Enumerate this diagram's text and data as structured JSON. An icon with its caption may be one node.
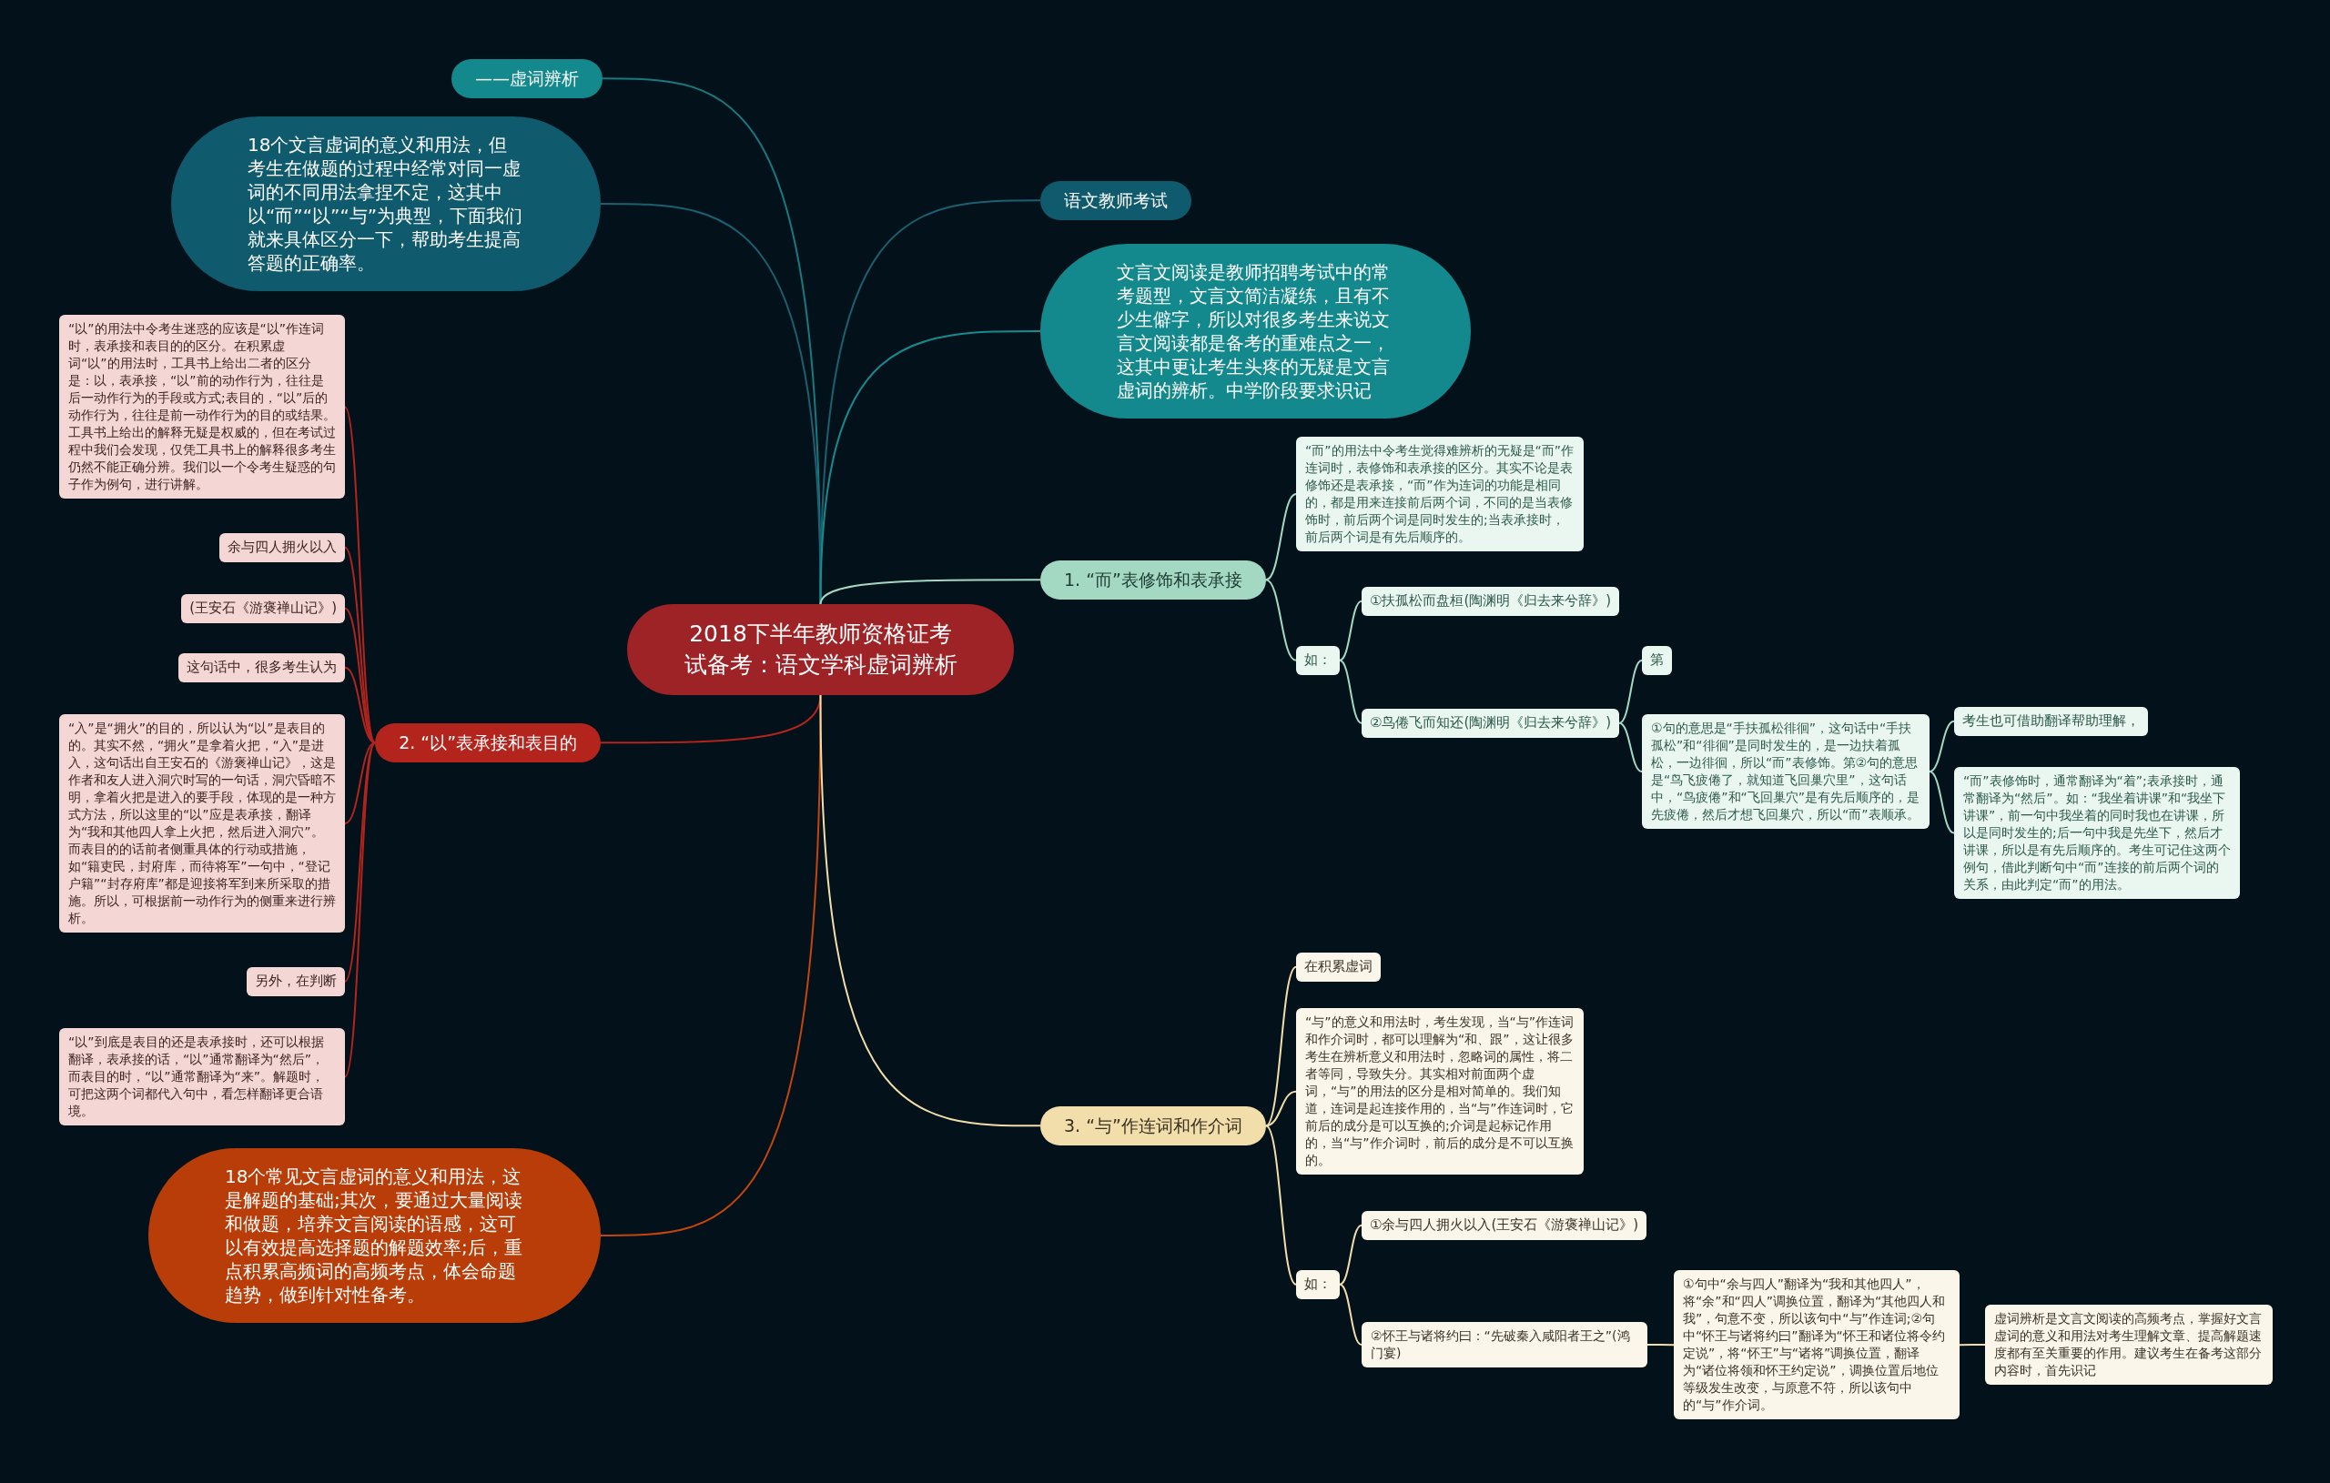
{
  "diagram": {
    "nodes": [
      {
        "text": [
          "2018下半年教师资格证考试备考：语文学科虚词辨析"
        ]
      },
      {
        "text": [
          "——虚词辨析"
        ]
      },
      {
        "text": [
          "18个文言虚词的意义和用法，但考生在做题的过程中经常对同一虚词的不同用法拿捏不定，这其中以“而”“以”“与”为典型，下面我们就来具体区分一下，帮助考生提高答题的正确率。"
        ]
      },
      {
        "text": [
          "语文教师考试"
        ]
      },
      {
        "text": [
          "文言文阅读是教师招聘考试中的常考题型，文言文简洁凝练，且有不少生僻字，所以对很多考生来说文言文阅读都是备考的重难点之一，这其中更让考生头疼的无疑是文言虚词的辨析。中学阶段要求识记"
        ]
      },
      {
        "text": [
          "1. “而”表修饰和表承接"
        ]
      },
      {
        "text": [
          "“而”的用法中令考生觉得难辨析的无疑是“而”作连词时，表修饰和表承接的区分。其实不论是表修饰还是表承接，“而”作为连词的功能是相同的，都是用来连接前后两个词，不同的是当表修饰时，前后两个词是同时发生的;当表承接时，前后两个词是有先后顺序的。"
        ]
      },
      {
        "text": [
          "如："
        ]
      },
      {
        "text": [
          "①扶孤松而盘桓(陶渊明《归去来兮辞》)"
        ]
      },
      {
        "text": [
          "②鸟倦飞而知还(陶渊明《归去来兮辞》)"
        ]
      },
      {
        "text": [
          "第"
        ]
      },
      {
        "text": [
          "①句的意思是“手扶孤松徘徊”，这句话中“手扶孤松”和“徘徊”是同时发生的，是一边扶着孤松，一边徘徊，所以“而”表修饰。第②句的意思是“鸟飞疲倦了，就知道飞回巢穴里”，这句话中，“鸟疲倦”和“飞回巢穴”是有先后顺序的，是先疲倦，然后才想飞回巢穴，所以“而”表顺承。"
        ]
      },
      {
        "text": [
          "考生也可借助翻译帮助理解，"
        ]
      },
      {
        "text": [
          "“而”表修饰时，通常翻译为“着”;表承接时，通常翻译为“然后”。如：“我坐着讲课”和“我坐下讲课”，前一句中我坐着的同时我也在讲课，所以是同时发生的;后一句中我是先坐下，然后才讲课，所以是有先后顺序的。考生可记住这两个例句，借此判断句中“而”连接的前后两个词的关系，由此判定“而”的用法。"
        ]
      },
      {
        "text": [
          "2. “以”表承接和表目的"
        ]
      },
      {
        "text": [
          "“以”的用法中令考生迷惑的应该是“以”作连词时，表承接和表目的的区分。在积累虚词“以”的用法时，工具书上给出二者的区分是：以，表承接，“以”前的动作行为，往往是后一动作行为的手段或方式;表目的，“以”后的动作行为，往往是前一动作行为的目的或结果。工具书上给出的解释无疑是权威的，但在考试过程中我们会发现，仅凭工具书上的解释很多考生仍然不能正确分辨。我们以一个令考生疑惑的句子作为例句，进行讲解。"
        ]
      },
      {
        "text": [
          "余与四人拥火以入"
        ]
      },
      {
        "text": [
          "(王安石《游褒禅山记》)"
        ]
      },
      {
        "text": [
          "这句话中，很多考生认为"
        ]
      },
      {
        "text": [
          "“入”是“拥火”的目的，所以认为“以”是表目的的。其实不然，“拥火”是拿着火把，“入”是进入，这句话出自王安石的《游褒禅山记》，这是作者和友人进入洞穴时写的一句话，洞穴昏暗不明，拿着火把是进入的要手段，体现的是一种方式方法，所以这里的“以”应是表承接，翻译为“我和其他四人拿上火把，然后进入洞穴”。而表目的的话前者侧重具体的行动或措施，如“籍吏民，封府库，而待将军”一句中，“登记户籍”“封存府库”都是迎接将军到来所采取的措施。所以，可根据前一动作行为的侧重来进行辨析。"
        ]
      },
      {
        "text": [
          "另外，在判断"
        ]
      },
      {
        "text": [
          "“以”到底是表目的还是表承接时，还可以根据翻译，表承接的话，“以”通常翻译为“然后”，而表目的时，“以”通常翻译为“来”。解题时，可把这两个词都代入句中，看怎样翻译更合语境。"
        ]
      },
      {
        "text": [
          "18个常见文言虚词的意义和用法，这是解题的基础;其次，要通过大量阅读和做题，培养文言阅读的语感，这可以有效提高选择题的解题效率;后，重点积累高频词的高频考点，体会命题趋势，做到针对性备考。"
        ]
      },
      {
        "text": [
          "3. “与”作连词和作介词"
        ]
      },
      {
        "text": [
          "在积累虚词"
        ]
      },
      {
        "text": [
          "“与”的意义和用法时，考生发现，当“与”作连词和作介词时，都可以理解为“和、跟”，这让很多考生在辨析意义和用法时，忽略词的属性，将二者等同，导致失分。其实相对前面两个虚词，“与”的用法的区分是相对简单的。我们知道，连词是起连接作用的，当“与”作连词时，它前后的成分是可以互换的;介词是起标记作用的，当“与”作介词时，前后的成分是不可以互换的。"
        ]
      },
      {
        "text": [
          "如："
        ]
      },
      {
        "text": [
          "①余与四人拥火以入(王安石《游褒禅山记》)"
        ]
      },
      {
        "text": [
          "②怀王与诸将约曰：“先破秦入咸阳者王之”(鸿门宴)"
        ]
      },
      {
        "text": [
          "①句中“余与四人”翻译为“我和其他四人”，将“余”和“四人”调换位置，翻译为“其他四人和我”，句意不变，所以该句中“与”作连词;②句中“怀王与诸将约曰”翻译为“怀王和诸位将令约定说”，将“怀王”与“诸将”调换位置，翻译为“诸位将领和怀王约定说”，调换位置后地位等级发生改变，与原意不符，所以该句中的“与”作介词。"
        ]
      },
      {
        "text": [
          "虚词辨析是文言文阅读的高频考点，掌握好文言虚词的意义和用法对考生理解文章、提高解题速度都有至关重要的作用。建议考生在备考这部分内容时，首先识记"
        ]
      }
    ],
    "edges": [
      {
        "from": 0,
        "to": 1,
        "arrow": "none",
        "color": "#177a80"
      },
      {
        "from": 0,
        "to": 2,
        "arrow": "none",
        "color": "#1b6070"
      },
      {
        "from": 0,
        "to": 3,
        "arrow": "none",
        "color": "#1b6070"
      },
      {
        "from": 0,
        "to": 4,
        "arrow": "none",
        "color": "#178b8f"
      },
      {
        "from": 0,
        "to": 5,
        "arrow": "none",
        "color": "#a3d9c3"
      },
      {
        "from": 5,
        "to": 6,
        "arrow": "none",
        "color": "#a3d9c3"
      },
      {
        "from": 5,
        "to": 7,
        "arrow": "none",
        "color": "#a3d9c3"
      },
      {
        "from": 7,
        "to": 8,
        "arrow": "none",
        "color": "#a3d9c3"
      },
      {
        "from": 7,
        "to": 9,
        "arrow": "none",
        "color": "#a3d9c3"
      },
      {
        "from": 9,
        "to": 10,
        "arrow": "none",
        "color": "#a3d9c3"
      },
      {
        "from": 9,
        "to": 11,
        "arrow": "none",
        "color": "#a3d9c3"
      },
      {
        "from": 11,
        "to": 12,
        "arrow": "none",
        "color": "#a3d9c3"
      },
      {
        "from": 11,
        "to": 13,
        "arrow": "none",
        "color": "#a3d9c3"
      },
      {
        "from": 0,
        "to": 14,
        "arrow": "none",
        "color": "#b3241d"
      },
      {
        "from": 14,
        "to": 15,
        "arrow": "none",
        "color": "#b3241d"
      },
      {
        "from": 14,
        "to": 16,
        "arrow": "none",
        "color": "#b3241d"
      },
      {
        "from": 14,
        "to": 17,
        "arrow": "none",
        "color": "#b3241d"
      },
      {
        "from": 14,
        "to": 18,
        "arrow": "none",
        "color": "#b3241d"
      },
      {
        "from": 14,
        "to": 19,
        "arrow": "none",
        "color": "#b3241d"
      },
      {
        "from": 14,
        "to": 20,
        "arrow": "none",
        "color": "#b3241d"
      },
      {
        "from": 14,
        "to": 21,
        "arrow": "none",
        "color": "#b3241d"
      },
      {
        "from": 0,
        "to": 22,
        "arrow": "none",
        "color": "#c2450e"
      },
      {
        "from": 0,
        "to": 23,
        "arrow": "none",
        "color": "#f1deaa"
      },
      {
        "from": 23,
        "to": 24,
        "arrow": "none",
        "color": "#f1deaa"
      },
      {
        "from": 23,
        "to": 25,
        "arrow": "none",
        "color": "#f1deaa"
      },
      {
        "from": 23,
        "to": 26,
        "arrow": "none",
        "color": "#f1deaa"
      },
      {
        "from": 26,
        "to": 27,
        "arrow": "none",
        "color": "#f1deaa"
      },
      {
        "from": 26,
        "to": 28,
        "arrow": "none",
        "color": "#f1deaa"
      },
      {
        "from": 28,
        "to": 29,
        "arrow": "none",
        "color": "#f1deaa"
      },
      {
        "from": 29,
        "to": 30,
        "arrow": "none",
        "color": "#f1deaa"
      }
    ]
  }
}
